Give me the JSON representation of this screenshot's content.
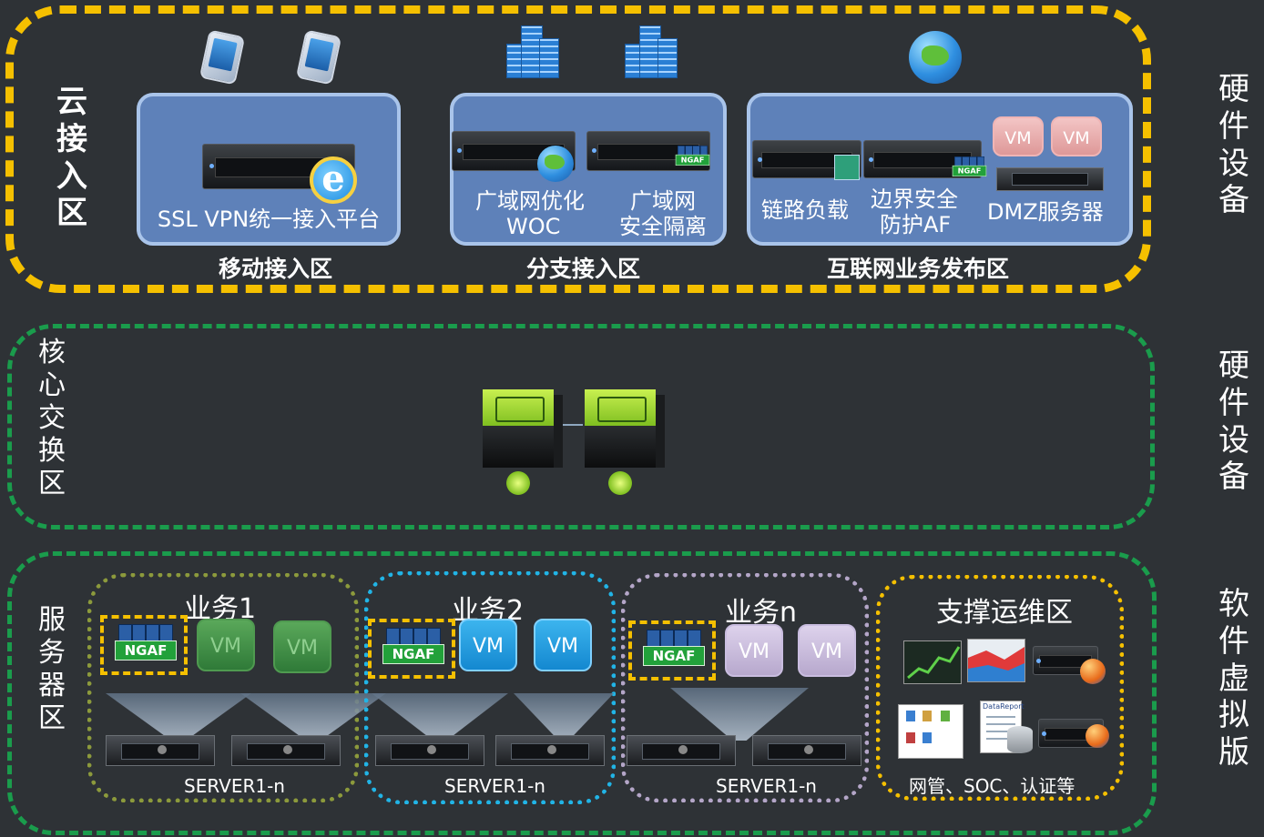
{
  "side_labels": {
    "top": [
      "硬",
      "件",
      "设",
      "备"
    ],
    "middle": [
      "硬",
      "件",
      "设",
      "备"
    ],
    "bottom": [
      "软",
      "件",
      "虚",
      "拟",
      "版"
    ]
  },
  "cloud_zone": {
    "title": [
      "云",
      "接",
      "入",
      "区"
    ],
    "mobile": {
      "device_label": "SSL VPN统一接入平台",
      "area_label": "移动接入区"
    },
    "branch": {
      "woc_label_1": "广域网优化",
      "woc_label_2": "WOC",
      "iso_label_1": "广域网",
      "iso_label_2": "安全隔离",
      "area_label": "分支接入区",
      "ngaf_tag": "NGAF"
    },
    "internet": {
      "lb_label": "链路负载",
      "af_label_1": "边界安全",
      "af_label_2": "防护AF",
      "dmz_label": "DMZ服务器",
      "vm_label": "VM",
      "area_label": "互联网业务发布区",
      "ngaf_tag": "NGAF"
    }
  },
  "core_zone": {
    "title": [
      "核",
      "心",
      "交",
      "换",
      "区"
    ]
  },
  "server_zone": {
    "title": [
      "服",
      "务",
      "器",
      "区"
    ],
    "ngaf_label": "NGAF",
    "vm_label": "VM",
    "server_label": "SERVER1-n",
    "biz1_title": "业务1",
    "biz2_title": "业务2",
    "bizn_title": "业务n",
    "support_title": "支撑运维区",
    "support_label": "网管、SOC、认证等",
    "report_title": "DataReport"
  },
  "colors": {
    "background": "#2e3236",
    "cloud_border": "#f5c000",
    "core_border": "#1a9c4c",
    "panel": "#5e81b9",
    "biz1": "#8c9a3c",
    "biz2": "#21b4e6",
    "bizn": "#b4a6c8"
  }
}
